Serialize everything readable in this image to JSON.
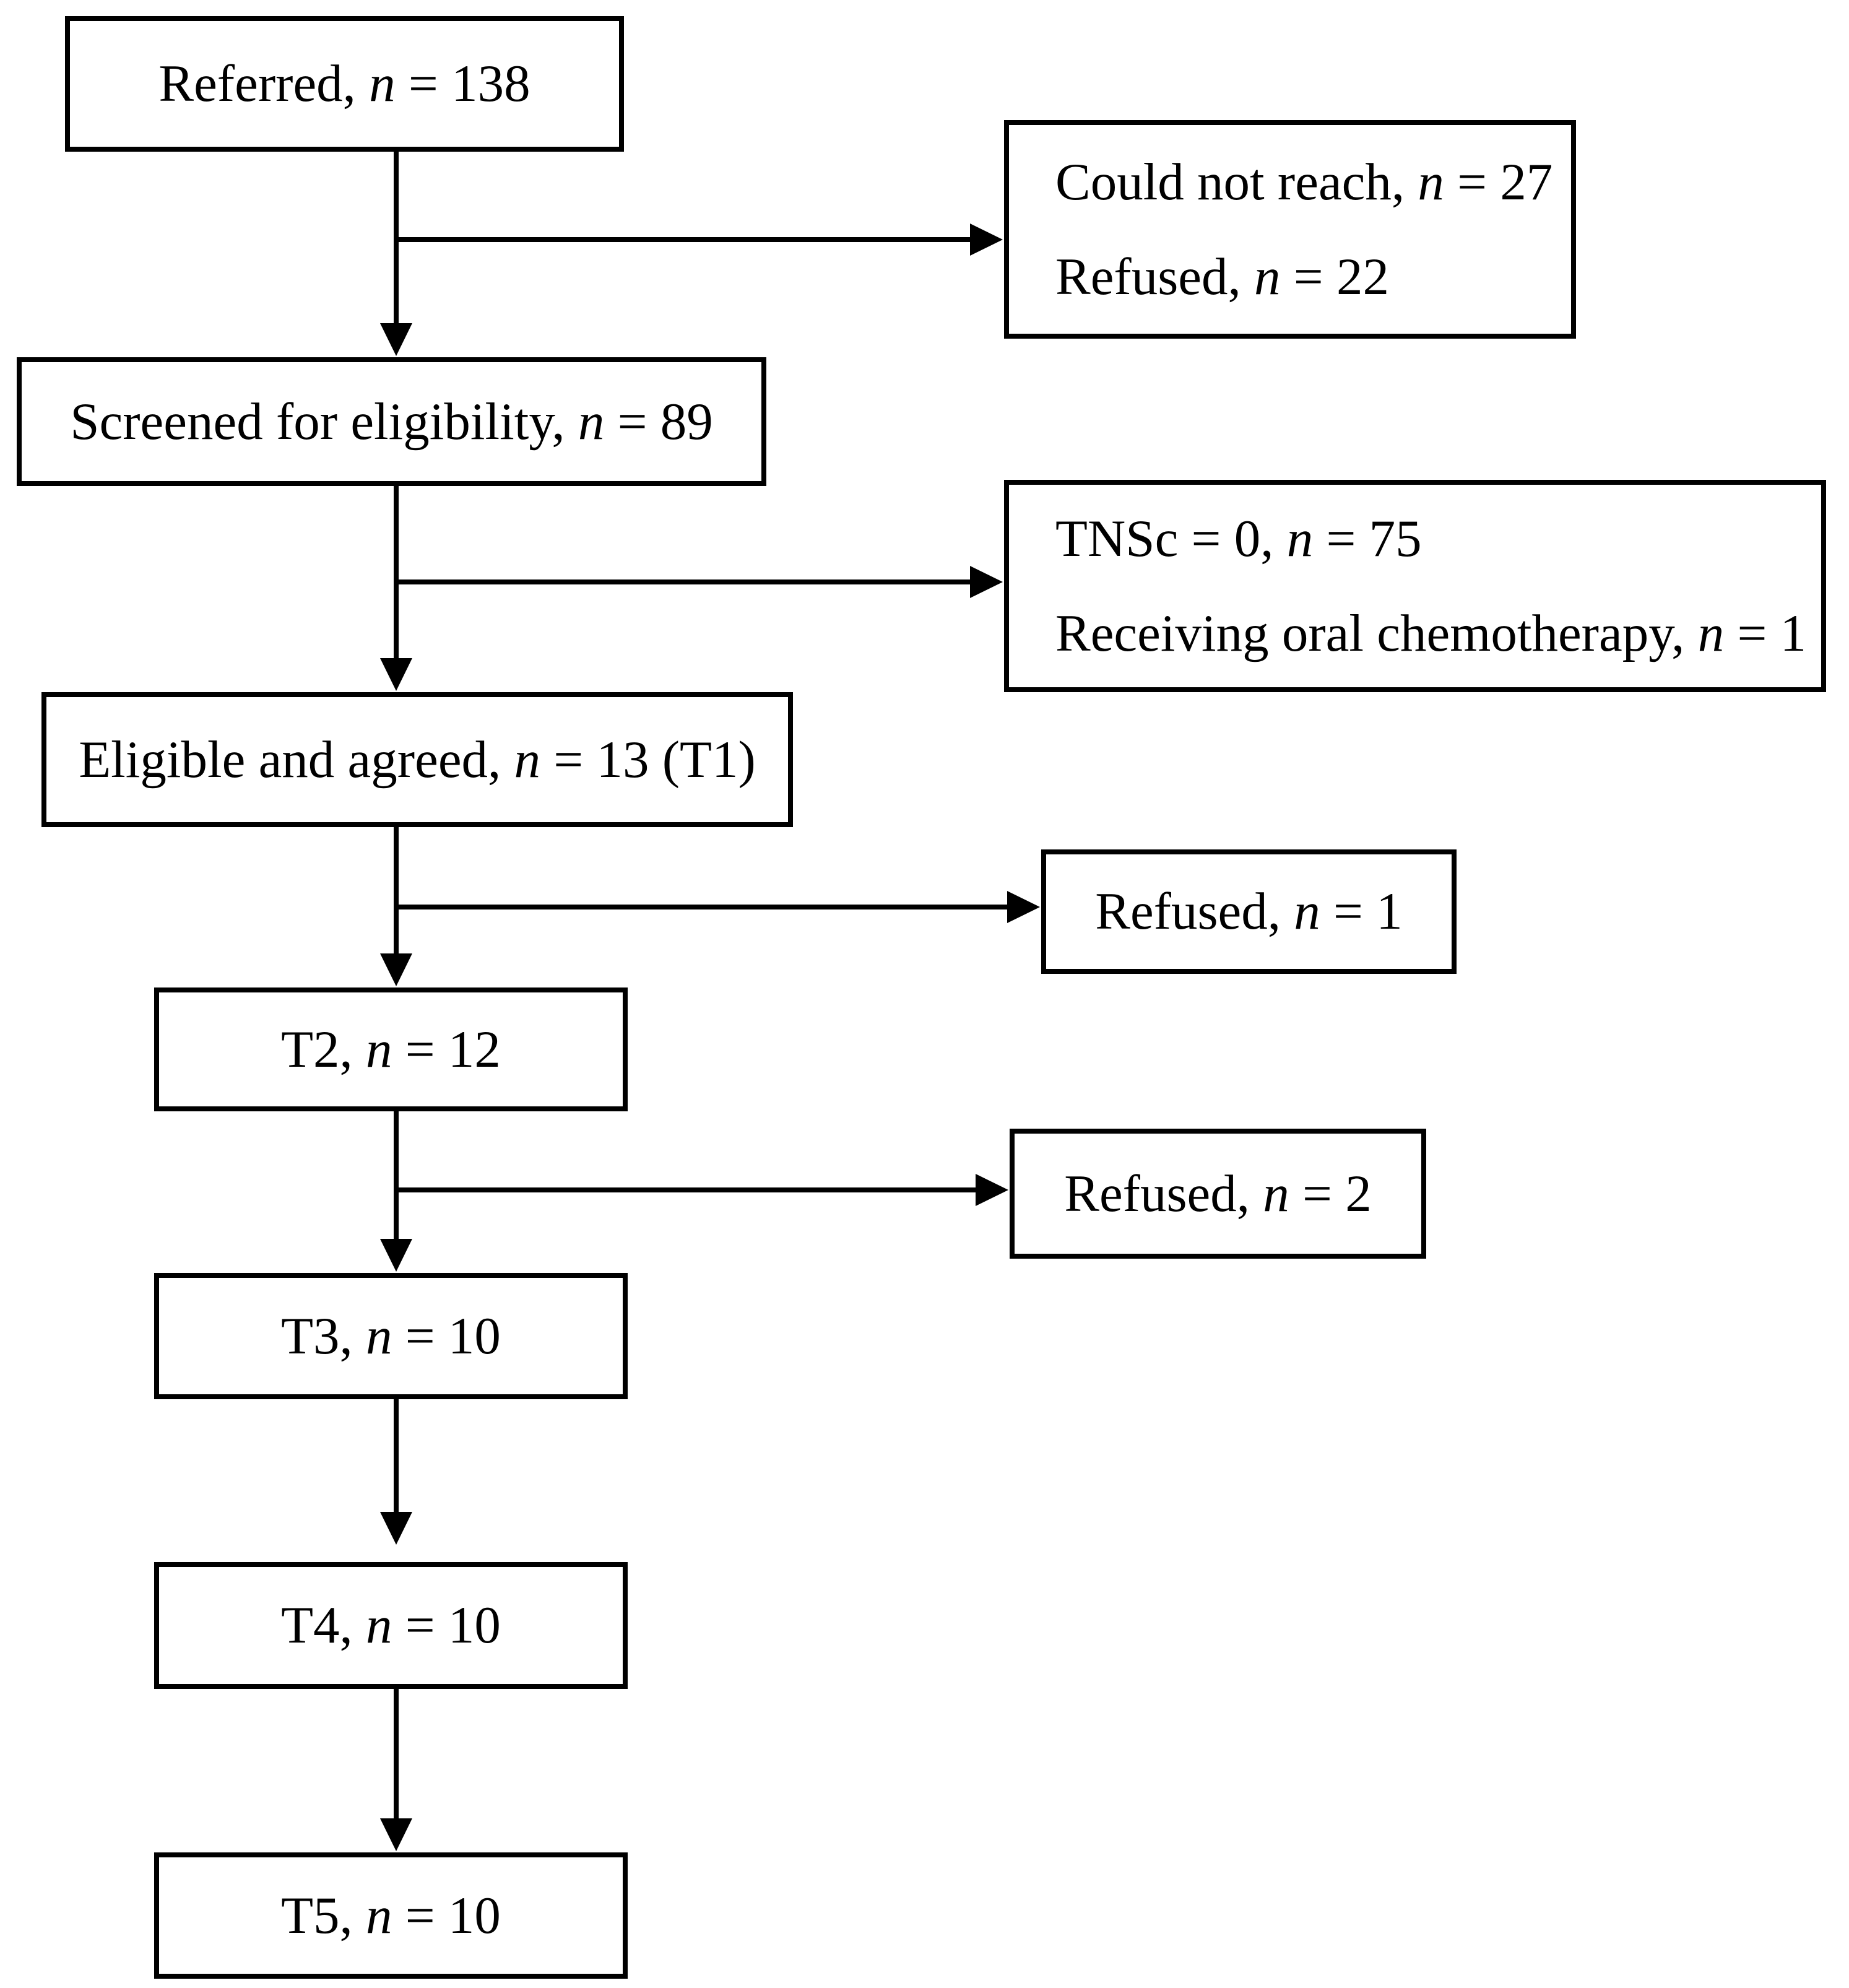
{
  "figure": {
    "type": "flowchart",
    "description": "Participant enrollment and retention flow diagram"
  },
  "colors": {
    "background": "#ffffff",
    "line": "#000000",
    "text": "#000000"
  },
  "boxes": {
    "referred": {
      "before": "Referred, ",
      "var": "n",
      "after": " = 138"
    },
    "could_not_reach": {
      "before": "Could not reach, ",
      "var": "n",
      "after": " = 27"
    },
    "refused_22": {
      "before": "Refused, ",
      "var": "n",
      "after": " = 22"
    },
    "screened": {
      "before": "Screened for eligibility, ",
      "var": "n",
      "after": " = 89"
    },
    "tnsc": {
      "before": "TNSc = 0, ",
      "var": "n",
      "after": " = 75"
    },
    "oral_chemo": {
      "before": "Receiving oral chemotherapy, ",
      "var": "n",
      "after": " = 1"
    },
    "eligible": {
      "before": "Eligible and agreed, ",
      "var": "n",
      "after": " = 13 (T1)"
    },
    "refused_1": {
      "before": "Refused, ",
      "var": "n",
      "after": " = 1"
    },
    "t2": {
      "before": "T2, ",
      "var": "n",
      "after": " = 12"
    },
    "refused_2": {
      "before": "Refused, ",
      "var": "n",
      "after": " = 2"
    },
    "t3": {
      "before": "T3, ",
      "var": "n",
      "after": " = 10"
    },
    "t4": {
      "before": "T4, ",
      "var": "n",
      "after": " = 10"
    },
    "t5": {
      "before": "T5, ",
      "var": "n",
      "after": " = 10"
    }
  },
  "edges": [
    {
      "from": "referred",
      "to": "screened"
    },
    {
      "from": "referred",
      "to": "could_not_reach / refused_22"
    },
    {
      "from": "screened",
      "to": "eligible"
    },
    {
      "from": "screened",
      "to": "tnsc / oral_chemo"
    },
    {
      "from": "eligible",
      "to": "t2"
    },
    {
      "from": "eligible",
      "to": "refused_1"
    },
    {
      "from": "t2",
      "to": "t3"
    },
    {
      "from": "t2",
      "to": "refused_2"
    },
    {
      "from": "t3",
      "to": "t4"
    },
    {
      "from": "t4",
      "to": "t5"
    }
  ]
}
